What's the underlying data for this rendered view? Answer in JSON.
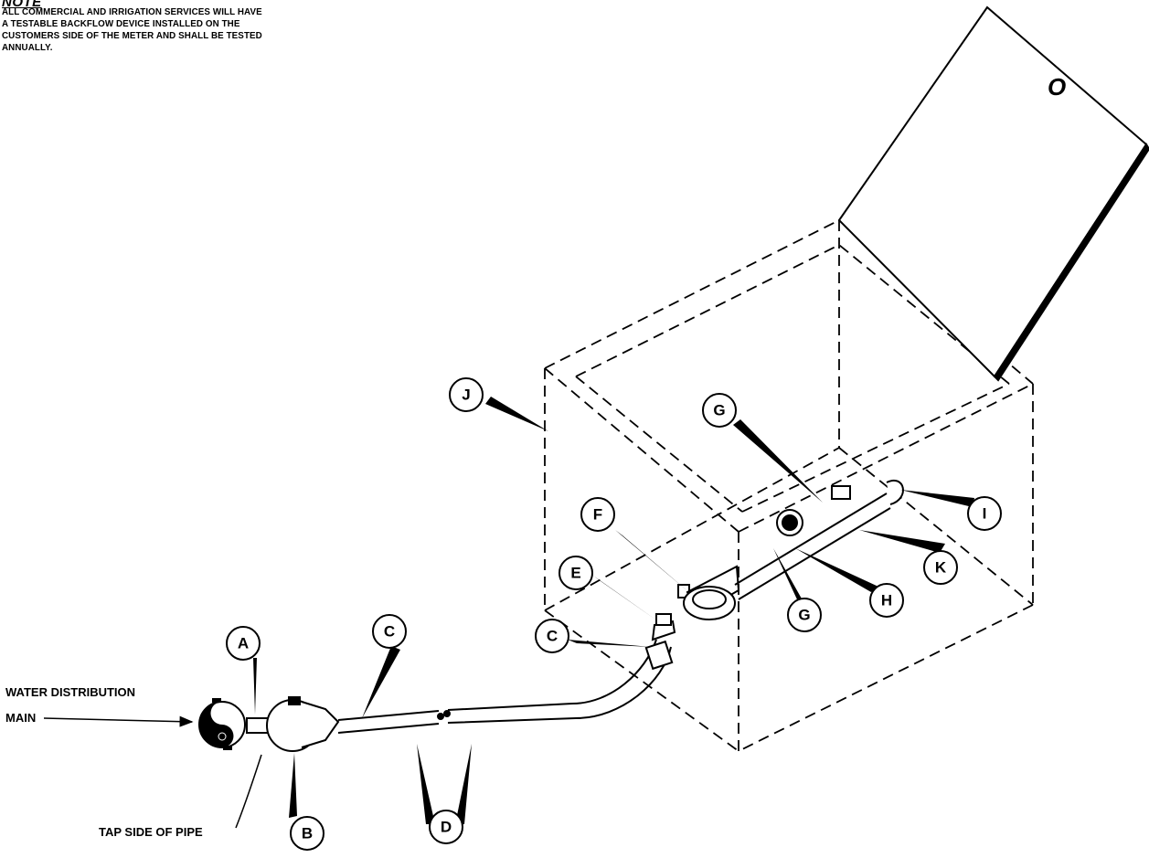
{
  "note": {
    "title": "NOTE",
    "lines": [
      "ALL COMMERCIAL AND IRRIGATION SERVICES WILL HAVE",
      "A TESTABLE BACKFLOW DEVICE INSTALLED ON THE",
      "CUSTOMERS SIDE OF THE METER AND SHALL BE TESTED",
      "ANNUALLY."
    ]
  },
  "labels": {
    "main_line1": "WATER DISTRIBUTION",
    "main_line2": "MAIN",
    "tap_side": "TAP SIDE OF PIPE"
  },
  "lid_mark": "O",
  "callouts": {
    "A": "A",
    "B": "B",
    "C1": "C",
    "C2": "C",
    "D": "D",
    "E": "E",
    "F": "F",
    "G1": "G",
    "G2": "G",
    "H": "H",
    "I": "I",
    "J": "J",
    "K": "K"
  }
}
